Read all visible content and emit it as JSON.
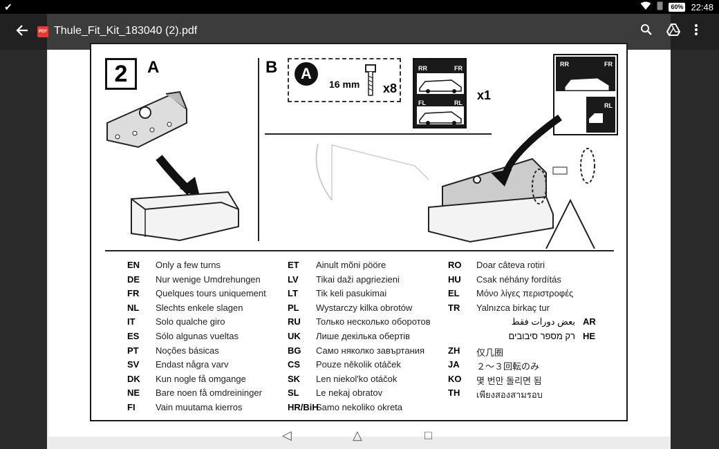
{
  "status": {
    "notification_icon": "check-icon",
    "battery": "60%",
    "time": "22:48"
  },
  "toolbar": {
    "title": "Thule_Fit_Kit_183040 (2).pdf",
    "pdf_badge": "PDF",
    "back_icon": "arrow-back-icon",
    "search_icon": "search-icon",
    "drive_icon": "drive-icon",
    "more_icon": "more-vert-icon"
  },
  "diagram": {
    "step_number": "2",
    "section_a": "A",
    "section_b": "B",
    "bolt_label": "A",
    "bolt_size": "16 mm",
    "bolt_qty": "x8",
    "panel_qty": "x1",
    "panel_tags": {
      "rr": "RR",
      "fr": "FR",
      "fl": "FL",
      "rl": "RL"
    }
  },
  "languages": {
    "col1": [
      {
        "code": "EN",
        "text": "Only a few turns"
      },
      {
        "code": "DE",
        "text": "Nur wenige Umdrehungen"
      },
      {
        "code": "FR",
        "text": "Quelques tours uniquement"
      },
      {
        "code": "NL",
        "text": "Slechts enkele slagen"
      },
      {
        "code": "IT",
        "text": "Solo qualche giro"
      },
      {
        "code": "ES",
        "text": "Sólo algunas vueltas"
      },
      {
        "code": "PT",
        "text": "Noções básicas"
      },
      {
        "code": "SV",
        "text": "Endast några varv"
      },
      {
        "code": "DK",
        "text": "Kun nogle få omgange"
      },
      {
        "code": "NE",
        "text": "Bare noen få omdreininger"
      },
      {
        "code": "FI",
        "text": "Vain muutama kierros"
      }
    ],
    "col2": [
      {
        "code": "ET",
        "text": "Ainult mõni pööre"
      },
      {
        "code": "LV",
        "text": "Tikai daži apgriezieni"
      },
      {
        "code": "LT",
        "text": "Tik keli pasukimai"
      },
      {
        "code": "PL",
        "text": "Wystarczy kilka obrotów"
      },
      {
        "code": "RU",
        "text": "Только несколько оборотов"
      },
      {
        "code": "UK",
        "text": "Лише декілька обертів"
      },
      {
        "code": "BG",
        "text": "Само няколко завъртания"
      },
      {
        "code": "CS",
        "text": "Pouze několik otáček"
      },
      {
        "code": "SK",
        "text": "Len niekol'ko otáčok"
      },
      {
        "code": "SL",
        "text": "Le nekaj obratov"
      },
      {
        "code": "HR/BiH",
        "text": "Samo nekoliko okreta"
      }
    ],
    "col3": [
      {
        "code": "RO",
        "text": "Doar câteva rotiri"
      },
      {
        "code": "HU",
        "text": "Csak néhány fordítás"
      },
      {
        "code": "EL",
        "text": "Μόνο λίγες περιστροφές"
      },
      {
        "code": "TR",
        "text": "Yalnızca birkaç tur"
      },
      {
        "code": "AR",
        "text": "بعض دورات فقط"
      },
      {
        "code": "HE",
        "text": "רק מספר סיבובים"
      },
      {
        "code": "ZH",
        "text": "仅几圈"
      },
      {
        "code": "JA",
        "text": "２〜３回転のみ"
      },
      {
        "code": "KO",
        "text": "몇 번만 돌리면 됨"
      },
      {
        "code": "TH",
        "text": "เพียงสองสามรอบ"
      }
    ]
  },
  "nav": {
    "back": "◁",
    "home": "△",
    "recents": "□"
  }
}
